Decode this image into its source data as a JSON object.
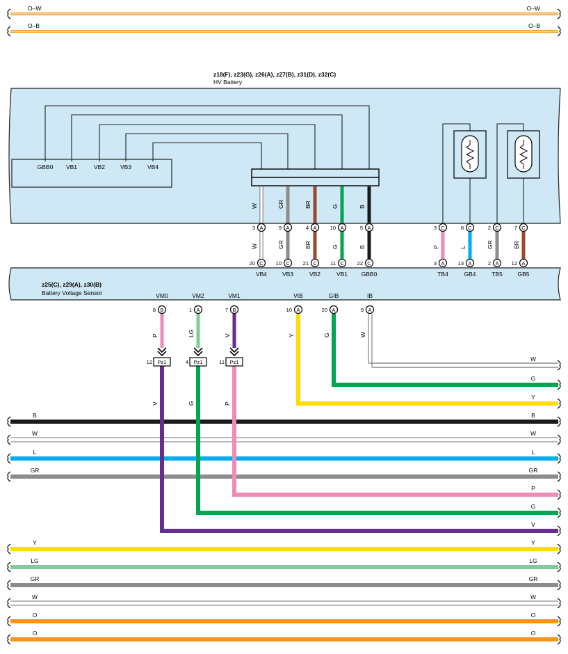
{
  "colors": {
    "B": "#1a1a1a",
    "W": "#ffffff",
    "GR": "#8c8c8c",
    "BR": "#9a4a2c",
    "G": "#00a651",
    "P": "#f08ab8",
    "L": "#00aeef",
    "LG": "#80cc99",
    "V": "#662d91",
    "Y": "#ffdd00",
    "O": "#f7941d",
    "box": "#cfe8f5",
    "outline": "#222222"
  },
  "top_wires": [
    {
      "code": "O–W",
      "right_label": "O–W",
      "color": "O"
    },
    {
      "code": "O–B",
      "right_label": "O–B",
      "color": "O"
    }
  ],
  "hv_battery": {
    "connectors": "z18(F), z23(G), z26(A), z27(B), z31(D), z32(C)",
    "name": "HV Battery",
    "inner_block_terminals": [
      "GBB0",
      "VB1",
      "VB2",
      "VB3",
      "VB4"
    ]
  },
  "sensor": {
    "connectors": "z25(C), z29(A), z30(B)",
    "name": "Battery Voltage Sensor"
  },
  "upper_links": [
    {
      "color": "W",
      "pin_top": "3",
      "conn_top": "A",
      "pin_bottom": "20",
      "conn_bottom": "C",
      "terminal": "VB4"
    },
    {
      "color": "GR",
      "pin_top": "9",
      "conn_top": "A",
      "pin_bottom": "10",
      "conn_bottom": "C",
      "terminal": "VB3"
    },
    {
      "color": "BR",
      "pin_top": "4",
      "conn_top": "A",
      "pin_bottom": "21",
      "conn_bottom": "C",
      "terminal": "VB2"
    },
    {
      "color": "G",
      "pin_top": "10",
      "conn_top": "A",
      "pin_bottom": "11",
      "conn_bottom": "C",
      "terminal": "VB1"
    },
    {
      "color": "B",
      "pin_top": "5",
      "conn_top": "A",
      "pin_bottom": "22",
      "conn_bottom": "C",
      "terminal": "GBB0"
    },
    {
      "color": "P",
      "pin_top": "3",
      "conn_top": "C",
      "pin_bottom": "3",
      "conn_bottom": "A",
      "terminal": "TB4"
    },
    {
      "color": "L",
      "pin_top": "8",
      "conn_top": "C",
      "pin_bottom": "13",
      "conn_bottom": "A",
      "terminal": "GB4"
    },
    {
      "color": "GR",
      "pin_top": "2",
      "conn_top": "C",
      "pin_bottom": "2",
      "conn_bottom": "A",
      "terminal": "TB5"
    },
    {
      "color": "BR",
      "pin_top": "7",
      "conn_top": "C",
      "pin_bottom": "12",
      "conn_bottom": "A",
      "terminal": "GB5"
    }
  ],
  "sensor_outputs": [
    {
      "terminal": "VM0",
      "pin": "8",
      "conn": "B",
      "color": "P",
      "pz_pin": "12",
      "pz": "Pz1",
      "after_color": "V"
    },
    {
      "terminal": "VM2",
      "pin": "1",
      "conn": "A",
      "color": "LG",
      "pz_pin": "4",
      "pz": "Pz1",
      "after_color": "G"
    },
    {
      "terminal": "VM1",
      "pin": "7",
      "conn": "B",
      "color": "V",
      "pz_pin": "11",
      "pz": "Pz1",
      "after_color": "P"
    },
    {
      "terminal": "VIB",
      "pin": "10",
      "conn": "A",
      "color": "Y"
    },
    {
      "terminal": "GIB",
      "pin": "20",
      "conn": "A",
      "color": "G"
    },
    {
      "terminal": "IB",
      "pin": "9",
      "conn": "A",
      "color": "W"
    }
  ],
  "bus_lines": [
    {
      "left_label": "",
      "right_label": "W",
      "color": "W"
    },
    {
      "left_label": "",
      "right_label": "G",
      "color": "G"
    },
    {
      "left_label": "",
      "right_label": "Y",
      "color": "Y"
    },
    {
      "left_label": "B",
      "right_label": "B",
      "color": "B"
    },
    {
      "left_label": "W",
      "right_label": "W",
      "color": "W"
    },
    {
      "left_label": "L",
      "right_label": "L",
      "color": "L"
    },
    {
      "left_label": "GR",
      "right_label": "GR",
      "color": "GR"
    },
    {
      "left_label": "",
      "right_label": "P",
      "color": "P"
    },
    {
      "left_label": "",
      "right_label": "G",
      "color": "G"
    },
    {
      "left_label": "",
      "right_label": "V",
      "color": "V"
    },
    {
      "left_label": "Y",
      "right_label": "Y",
      "color": "Y"
    },
    {
      "left_label": "LG",
      "right_label": "LG",
      "color": "LG"
    },
    {
      "left_label": "GR",
      "right_label": "GR",
      "color": "GR"
    },
    {
      "left_label": "W",
      "right_label": "W",
      "color": "W"
    },
    {
      "left_label": "O",
      "right_label": "O",
      "color": "O"
    },
    {
      "left_label": "O",
      "right_label": "O",
      "color": "O"
    }
  ]
}
